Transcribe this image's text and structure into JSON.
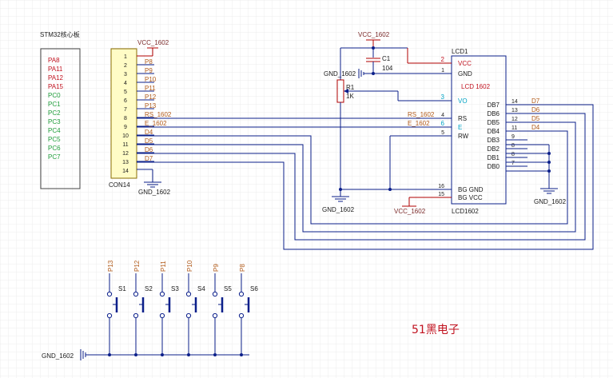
{
  "stm32": {
    "title": "STM32核心板",
    "red_labels": [
      "PA8",
      "PA11",
      "PA12",
      "PA15"
    ],
    "green_labels": [
      "PC0",
      "PC1",
      "PC2",
      "PC3",
      "PC4",
      "PC5",
      "PC6",
      "PC7"
    ]
  },
  "con14": {
    "ref": "CON14",
    "vcc_label": "VCC_1602",
    "gnd_label": "GND_1602",
    "pin_numbers": [
      "1",
      "2",
      "3",
      "4",
      "5",
      "6",
      "7",
      "8",
      "9",
      "10",
      "11",
      "12",
      "13",
      "14"
    ],
    "pin_nets": [
      "",
      "P8",
      "P9",
      "P10",
      "P11",
      "P12",
      "P13",
      "RS_1602",
      "E_1602",
      "D4",
      "D5",
      "D6",
      "D7",
      ""
    ]
  },
  "lcd": {
    "ref": "LCD1",
    "title": "LCD 1602",
    "part": "LCD1602",
    "left_pins": [
      {
        "num": "2",
        "name": "VCC",
        "net": ""
      },
      {
        "num": "1",
        "name": "GND",
        "net": ""
      },
      {
        "num": "3",
        "name": "VO",
        "net": ""
      },
      {
        "num": "4",
        "name": "RS",
        "net": "RS_1602"
      },
      {
        "num": "6",
        "name": "E",
        "net": "E_1602"
      },
      {
        "num": "5",
        "name": "RW",
        "net": ""
      },
      {
        "num": "16",
        "name": "BG GND",
        "net": ""
      },
      {
        "num": "15",
        "name": "BG VCC",
        "net": ""
      }
    ],
    "right_pins": [
      {
        "num": "14",
        "name": "DB7",
        "net": "D7"
      },
      {
        "num": "13",
        "name": "DB6",
        "net": "D6"
      },
      {
        "num": "12",
        "name": "DB5",
        "net": "D5"
      },
      {
        "num": "11",
        "name": "DB4",
        "net": "D4"
      },
      {
        "num": "9",
        "name": "DB3",
        "net": ""
      },
      {
        "num": "8",
        "name": "DB2",
        "net": ""
      },
      {
        "num": "8",
        "name": "DB1",
        "net": ""
      },
      {
        "num": "7",
        "name": "DB0",
        "net": ""
      }
    ]
  },
  "power": {
    "vcc_top": "VCC_1602",
    "gnd_left": "GND_1602",
    "gnd_lcd": "GND_1602",
    "vcc_lcd": "VCC_1602",
    "gnd_right": "GND_1602",
    "gnd_buttons": "GND_1602"
  },
  "c1": {
    "ref": "C1",
    "value": "104"
  },
  "r1": {
    "ref": "R1",
    "value": "1K"
  },
  "buttons": [
    {
      "ref": "S1",
      "net": "P13"
    },
    {
      "ref": "S2",
      "net": "P12"
    },
    {
      "ref": "S3",
      "net": "P11"
    },
    {
      "ref": "S4",
      "net": "P10"
    },
    {
      "ref": "S5",
      "net": "P9"
    },
    {
      "ref": "S6",
      "net": "P8"
    }
  ],
  "brand": "51黑电子",
  "colors": {
    "wire": "#0b1f8a",
    "component": "#b00000",
    "red_label": "#c1121f",
    "green_label": "#1f9d3a",
    "header_fill": "#fffcc6"
  }
}
